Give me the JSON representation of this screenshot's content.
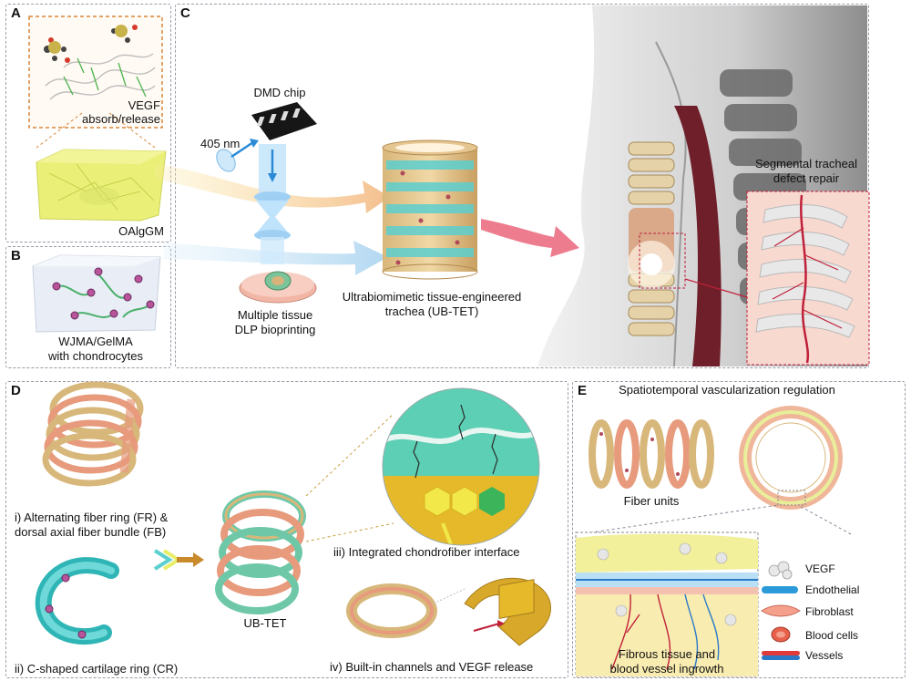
{
  "panels": {
    "a": {
      "letter": "A",
      "molecule_caption_line1": "VEGF",
      "molecule_caption_line2": "absorb/release",
      "material_label": "OAlgGM"
    },
    "b": {
      "letter": "B",
      "caption_line1": "WJMA/GelMA",
      "caption_line2": "with chondrocytes"
    },
    "c": {
      "letter": "C",
      "chip_label": "DMD chip",
      "laser_label": "405 nm",
      "printing_line1": "Multiple tissue",
      "printing_line2": "DLP bioprinting",
      "product_line1": "Ultrabiomimetic tissue-engineered",
      "product_line2": "trachea (UB-TET)",
      "repair_line1": "Segmental tracheal",
      "repair_line2": "defect repair"
    },
    "d": {
      "letter": "D",
      "fiber_line1": "i) Alternating fiber ring (FR) &",
      "fiber_line2": "dorsal axial fiber bundle (FB)",
      "cartilage_label": "ii) C-shaped cartilage ring (CR)",
      "center_label": "UB-TET",
      "interface_label": "iii) Integrated chondrofiber interface",
      "channels_label": "iv) Built-in channels and VEGF release"
    },
    "e": {
      "letter": "E",
      "title": "Spatiotemporal vascularization regulation",
      "fiber_units_label": "Fiber units",
      "ingrowth_line1": "Fibrous tissue and",
      "ingrowth_line2": "blood vessel ingrowth",
      "legend": [
        {
          "label": "VEGF",
          "icon": "vegf-icon"
        },
        {
          "label": "Endothelial",
          "icon": "endothelial-icon"
        },
        {
          "label": "Fibroblast",
          "icon": "fibroblast-icon"
        },
        {
          "label": "Blood cells",
          "icon": "blood-cell-icon"
        },
        {
          "label": "Vessels",
          "icon": "vessel-icon"
        }
      ]
    }
  },
  "colors": {
    "hydrogel_yellow": "#e8ee6a",
    "ring_tan": "#d8b77a",
    "ring_salmon": "#e79a7c",
    "cartilage_teal": "#5ccfcf",
    "vessel_red": "#c0203a",
    "arrow_orange": "#f2b37a",
    "arrow_blue": "#a9d3f0",
    "panel_border": "#9a9aa8"
  }
}
